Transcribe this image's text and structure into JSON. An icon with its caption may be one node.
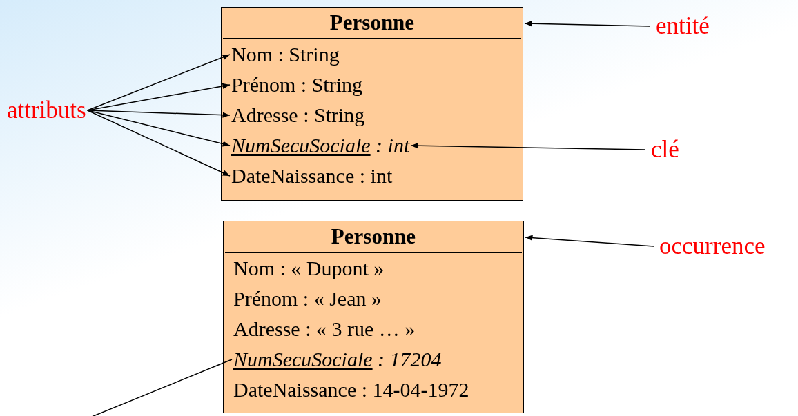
{
  "diagram": {
    "nodes": [
      {
        "text": [
          "Personne"
        ]
      },
      {
        "text": [
          "Nom : String"
        ],
        "in": 0
      },
      {
        "text": [
          "Prénom : String"
        ],
        "in": 0
      },
      {
        "text": [
          "Adresse : String"
        ],
        "in": 0
      },
      {
        "text": [
          "NumSecuSociale : int"
        ],
        "in": 0
      },
      {
        "text": [
          "DateNaissance : int"
        ],
        "in": 0
      },
      {
        "text": [
          "entité"
        ]
      },
      {
        "text": [
          "attributs"
        ]
      },
      {
        "text": [
          "clé"
        ]
      },
      {
        "text": [
          "Personne"
        ]
      },
      {
        "text": [
          "Nom : « Dupont »"
        ],
        "in": 9
      },
      {
        "text": [
          "Prénom : « Jean »"
        ],
        "in": 9
      },
      {
        "text": [
          "Adresse : « 3 rue … »"
        ],
        "in": 9
      },
      {
        "text": [
          "NumSecuSociale : 17204"
        ],
        "in": 9
      },
      {
        "text": [
          "DateNaissance : 14-04-1972"
        ],
        "in": 9
      },
      {
        "text": [
          "occurrence"
        ]
      }
    ],
    "edges": [
      {
        "from": 6,
        "to": 0,
        "arrow": "to"
      },
      {
        "from": 7,
        "to": 1,
        "arrow": "to"
      },
      {
        "from": 7,
        "to": 2,
        "arrow": "to"
      },
      {
        "from": 7,
        "to": 3,
        "arrow": "to"
      },
      {
        "from": 7,
        "to": 4,
        "arrow": "to"
      },
      {
        "from": 7,
        "to": 5,
        "arrow": "to"
      },
      {
        "from": 8,
        "to": 4,
        "arrow": "to"
      },
      {
        "from": 15,
        "to": 9,
        "arrow": "to"
      },
      {
        "from": null,
        "to": 13,
        "arrow": "none"
      }
    ]
  }
}
